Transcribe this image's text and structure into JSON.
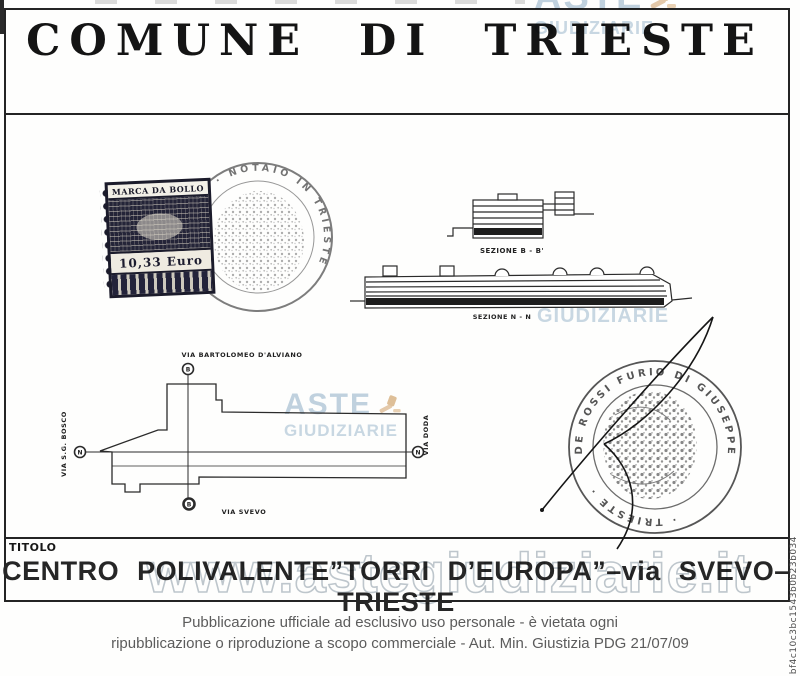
{
  "brand": {
    "line1": "ASTE",
    "line2": "GIUDIZIARIE",
    "url_watermark": "www.astegiudiziarie.it",
    "color": "#b1c7d9",
    "gavel_color": "#d9b184"
  },
  "header": {
    "title": "COMUNE DI TRIESTE"
  },
  "stamps": {
    "marca_da_bollo": {
      "name": "MARCA DA BOLLO",
      "value": "10,33 Euro"
    },
    "notary_seal_top": {
      "arc_text": "GIUSEPPE · NOTAIO IN TRIESTE"
    },
    "notary_seal_bottom": {
      "arc_top": "DE ROSSI FURIO DI GIUSEPPE",
      "arc_bottom": "· TRIESTE ·"
    }
  },
  "drawings": {
    "section_b": {
      "label": "SEZIONE B - B'"
    },
    "section_n": {
      "label": "SEZIONE N - N"
    },
    "plan": {
      "street_top": "VIA BARTOLOMEO D'ALVIANO",
      "street_left": "VIA S.G. BOSCO",
      "street_right": "VIA DODA",
      "street_bottom": "VIA SVEVO",
      "marker_top": "B",
      "marker_bottom": "B",
      "marker_left": "N",
      "marker_right": "N"
    }
  },
  "title_block": {
    "label": "TITOLO",
    "text": "CENTRO POLIVALENTE”TORRI D’EUROPA”–via SVEVO–TRIESTE"
  },
  "footer": {
    "line1": "Pubblicazione ufficiale ad esclusivo uso personale - è vietata ogni",
    "line2": "ripubblicazione o riproduzione a scopo commerciale - Aut. Min. Giustizia PDG 21/07/09"
  },
  "edge_code": "bf4c10c3bc1543b0b23b034"
}
